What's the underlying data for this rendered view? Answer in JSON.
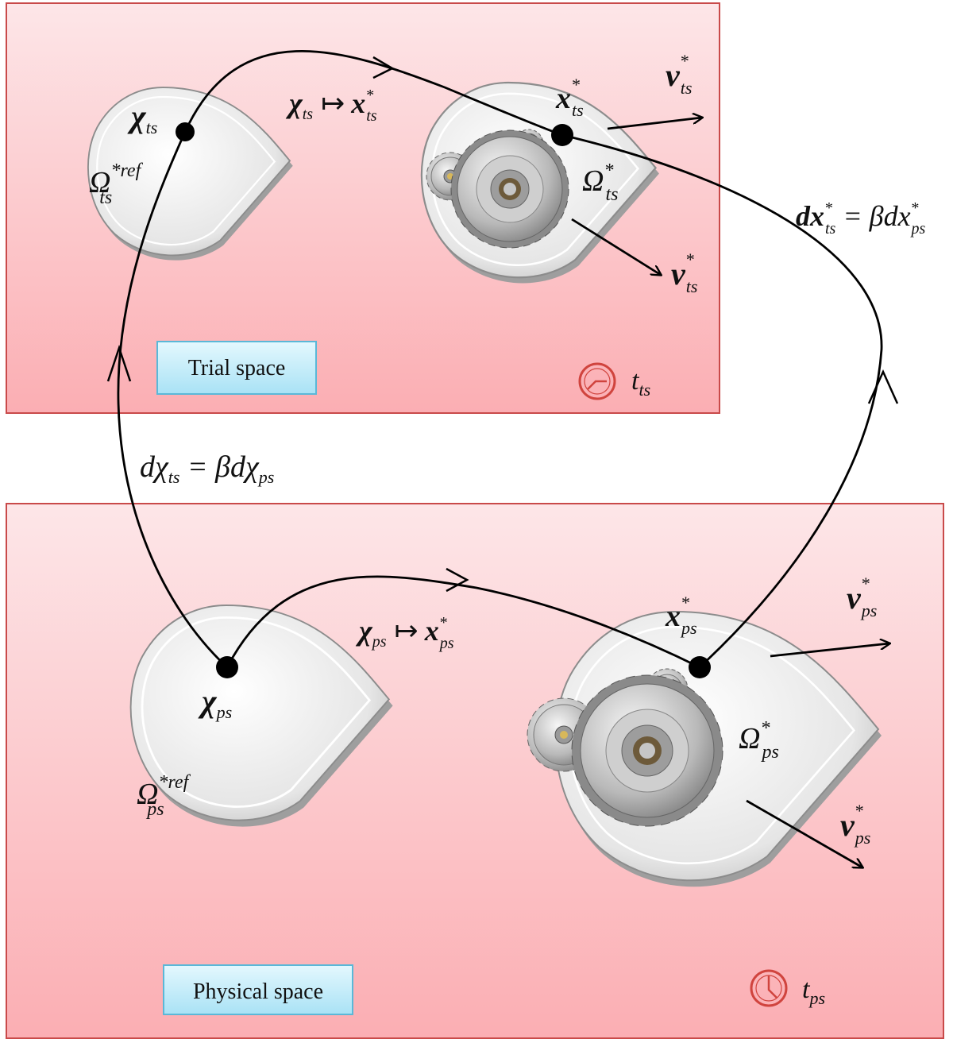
{
  "panels": {
    "trial": {
      "label": "Trial space",
      "time_main": "t",
      "time_sub": "ts"
    },
    "physical": {
      "label": "Physical space",
      "time_main": "t",
      "time_sub": "ps"
    }
  },
  "labels": {
    "chi_ts": {
      "main": "χ",
      "sub": "ts"
    },
    "omega_ts_ref": {
      "main": "Ω",
      "sup": "*ref",
      "sub": "ts"
    },
    "map_ts": {
      "from": "χ",
      "from_sub": "ts",
      "arrow": "↦",
      "to": "x",
      "to_sup": "*",
      "to_sub": "ts"
    },
    "x_ts": {
      "main": "x",
      "sup": "*",
      "sub": "ts"
    },
    "omega_ts": {
      "main": "Ω",
      "sup": "*",
      "sub": "ts"
    },
    "v_ts_top": {
      "main": "v",
      "sup": "*",
      "sub": "ts"
    },
    "v_ts_bottom": {
      "main": "v",
      "sup": "*",
      "sub": "ts"
    },
    "dx_relation": {
      "lhs": "dx",
      "lhs_sup": "*",
      "lhs_sub": "ts",
      "eq": " = βdx",
      "rhs_sup": "*",
      "rhs_sub": "ps"
    },
    "dchi_relation": {
      "lhs": "dχ",
      "lhs_sub": "ts",
      "eq": " = βdχ",
      "rhs_sub": "ps"
    },
    "chi_ps": {
      "main": "χ",
      "sub": "ps"
    },
    "omega_ps_ref": {
      "main": "Ω",
      "sup": "*ref",
      "sub": "ps"
    },
    "map_ps": {
      "from": "χ",
      "from_sub": "ps",
      "arrow": "↦",
      "to": "x",
      "to_sup": "*",
      "to_sub": "ps"
    },
    "x_ps": {
      "main": "x",
      "sup": "*",
      "sub": "ps"
    },
    "omega_ps": {
      "main": "Ω",
      "sup": "*",
      "sub": "ps"
    },
    "v_ps_top": {
      "main": "v",
      "sup": "*",
      "sub": "ps"
    },
    "v_ps_bottom": {
      "main": "v",
      "sup": "*",
      "sub": "ps"
    }
  },
  "colors": {
    "panel_fill_top": "#fde3e5",
    "panel_fill_bottom": "#fbb0b5",
    "panel_border": "#c94a4a",
    "label_box_fill": "#c8eefa",
    "label_box_border": "#5ab8d8",
    "clock": "#d0443e",
    "shape_light": "#f2f2f2",
    "shape_dark": "#9a9a9a"
  }
}
